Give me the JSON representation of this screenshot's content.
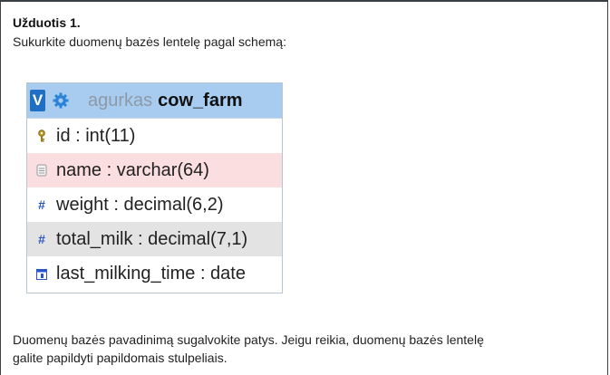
{
  "task": {
    "title": "Užduotis 1.",
    "instruction": "Sukurkite duomenų bazės lentelę pagal schemą:",
    "note_line1": "Duomenų bazės pavadinimą sugalvokite patys. Jeigu reikia, duomenų bazės lentelę",
    "note_line2": "galite papildyti papildomais stulpeliais."
  },
  "schema": {
    "badge": "V",
    "database": "agurkas",
    "table": "cow_farm",
    "columns": [
      {
        "label": "id : int(11)",
        "icon": "key-icon",
        "bg": "#ffffff"
      },
      {
        "label": "name : varchar(64)",
        "icon": "text-field-icon",
        "bg": "#fbdedf"
      },
      {
        "label": "weight : decimal(6,2)",
        "icon": "hash-icon",
        "bg": "#ffffff"
      },
      {
        "label": "total_milk : decimal(7,1)",
        "icon": "hash-icon",
        "bg": "#e3e3e3"
      },
      {
        "label": "last_milking_time : date",
        "icon": "calendar-icon",
        "bg": "#ffffff"
      }
    ]
  }
}
